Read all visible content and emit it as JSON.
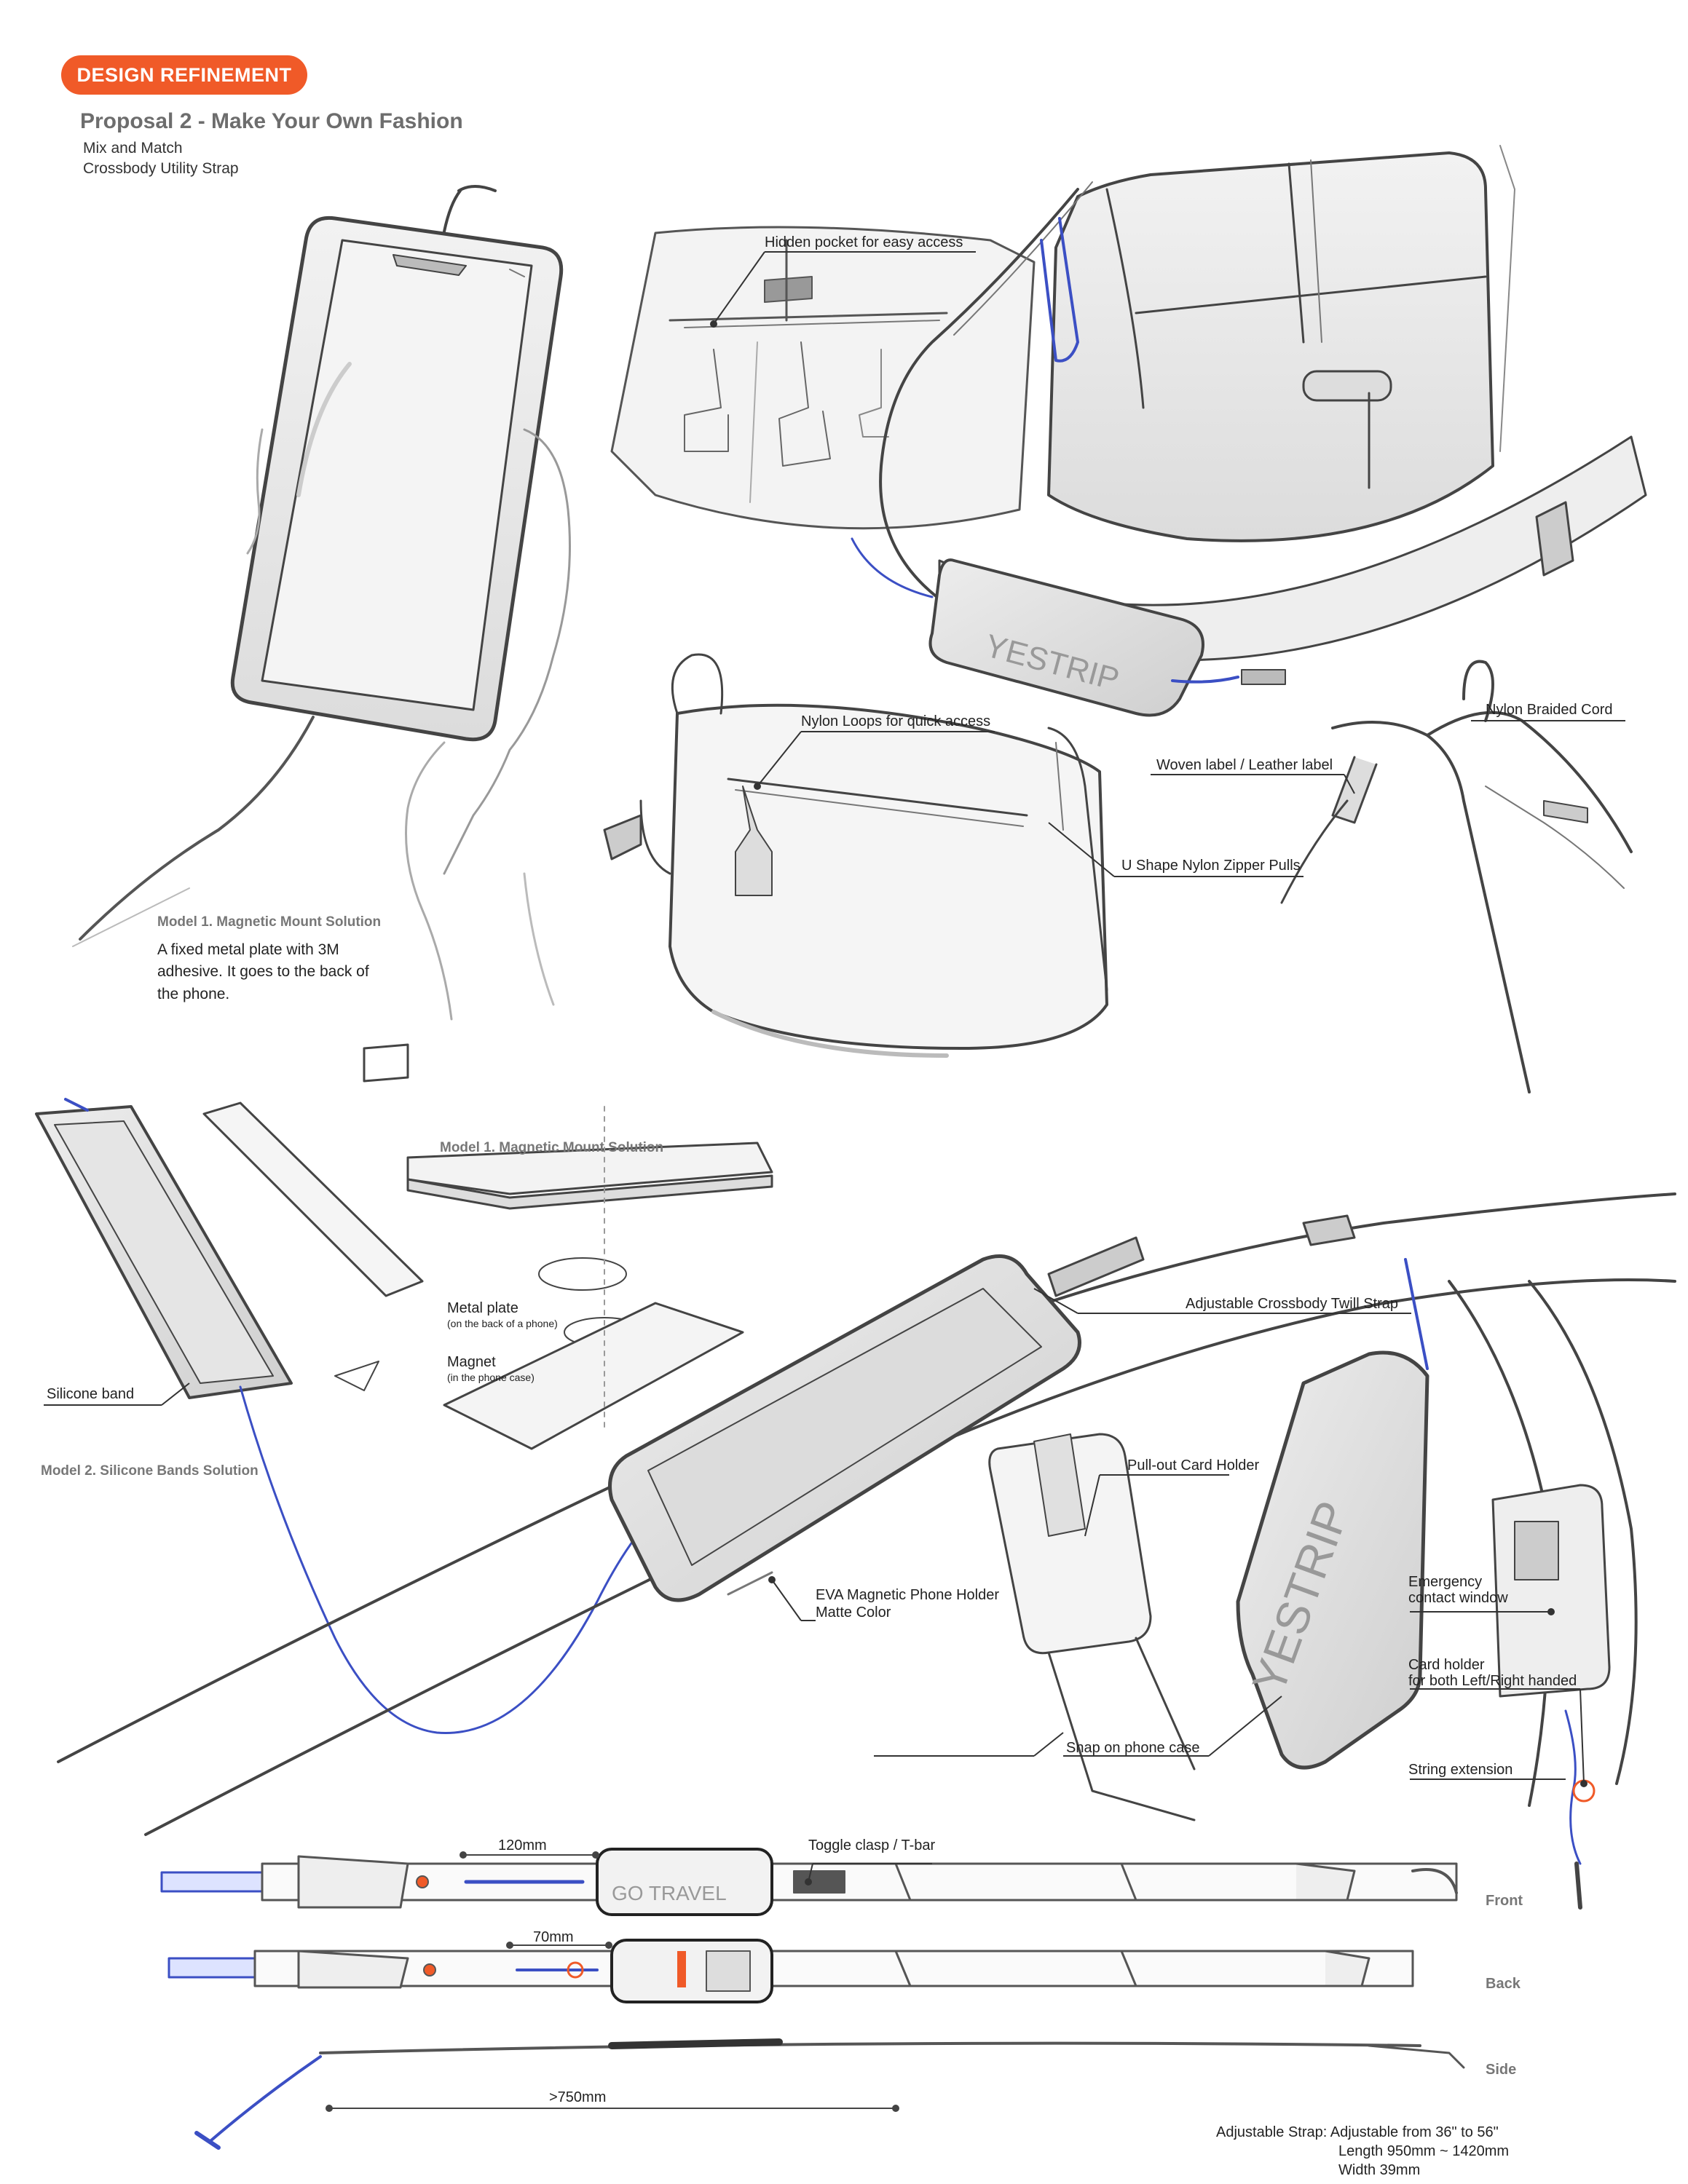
{
  "header": {
    "badge": "DESIGN REFINEMENT",
    "title": "Proposal 2 - Make Your Own Fashion",
    "subtitle_1": "Mix and Match",
    "subtitle_2": "Crossbody Utility Strap"
  },
  "colors": {
    "accent": "#f05a28",
    "strap_cord": "#3b4fc4",
    "sketch_line": "#555555"
  },
  "callouts": {
    "hidden_pocket": "Hidden pocket for easy access",
    "nylon_loops": "Nylon Loops for quick access",
    "nylon_braided_cord": "Nylon Braided Cord",
    "woven_label": "Woven label / Leather label",
    "u_shape_pulls": "U Shape Nylon Zipper Pulls",
    "model1_heading": "Model 1. Magnetic Mount Solution",
    "model1_desc": "A fixed metal plate with 3M adhesive. It goes to the back of the phone.",
    "model1_exploded": "Model 1. Magnetic Mount Solution",
    "metal_plate": "Metal plate",
    "metal_plate_note": "(on the back of a phone)",
    "magnet": "Magnet",
    "magnet_note": "(in the phone case)",
    "silicone_band": "Silicone band",
    "model2_heading": "Model 2. Silicone Bands Solution",
    "adjustable_twill": "Adjustable Crossbody Twill Strap",
    "pull_out_card": "Pull-out Card Holder",
    "eva_holder_1": "EVA Magnetic Phone Holder",
    "eva_holder_2": "Matte Color",
    "emergency_1": "Emergency",
    "emergency_2": "contact window",
    "card_holder_1": "Card holder",
    "card_holder_2": "for both Left/Right handed",
    "snap_case": "Snap on phone case",
    "string_extension": "String extension"
  },
  "strap_views": {
    "dim_120": "120mm",
    "toggle": "Toggle clasp / T-bar",
    "dim_70": "70mm",
    "dim_750": ">750mm",
    "front": "Front",
    "back": "Back",
    "side": "Side"
  },
  "specs": {
    "line_1": "Adjustable Strap: Adjustable from 36\" to 56\"",
    "line_2": "Length 950mm ~ 1420mm",
    "line_3": "Width 39mm"
  },
  "logos": {
    "case_text": "YESTRIP",
    "strap_text": "GO TRAVEL"
  },
  "icons": {
    "phone_sketch": "phone-sketch-icon",
    "bag_sketch": "bag-sketch-icon",
    "strap_sketch": "strap-sketch-icon"
  }
}
